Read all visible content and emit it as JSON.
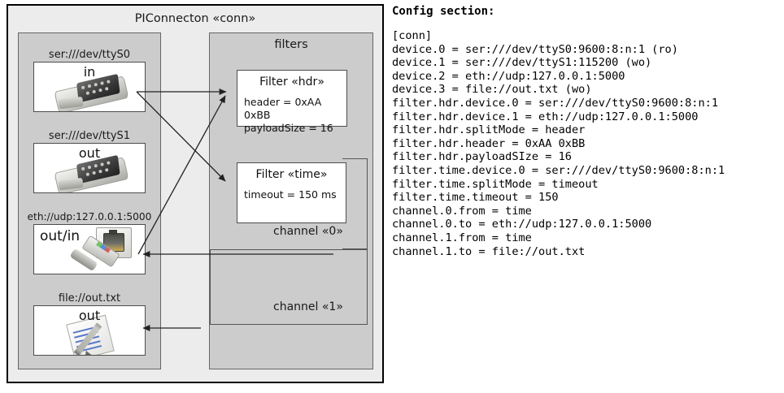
{
  "diagram": {
    "title": "PIConnecton «conn»",
    "devices_panel": {
      "title": "",
      "devices": [
        {
          "label": "ser:///dev/ttyS0",
          "direction": "in",
          "icon": "serial-port-icon"
        },
        {
          "label": "ser:///dev/ttyS1",
          "direction": "out",
          "icon": "serial-port-icon"
        },
        {
          "label": "eth://udp:127.0.0.1:5000",
          "direction": "out/in",
          "icon": "ethernet-jack-icon"
        },
        {
          "label": "file://out.txt",
          "direction": "out",
          "icon": "text-file-icon"
        }
      ]
    },
    "filters_panel": {
      "title": "filters",
      "filters": [
        {
          "title": "Filter «hdr»",
          "props": [
            "header = 0xAA 0xBB",
            "payloadSize = 16"
          ]
        },
        {
          "title": "Filter «time»",
          "props": [
            "timeout = 150 ms"
          ]
        }
      ],
      "channels": [
        {
          "label": "channel «0»"
        },
        {
          "label": "channel «1»"
        }
      ]
    }
  },
  "config": {
    "heading": "Config section:",
    "listing": "[conn]\ndevice.0 = ser:///dev/ttyS0:9600:8:n:1 (ro)\ndevice.1 = ser:///dev/ttyS1:115200 (wo)\ndevice.2 = eth://udp:127.0.0.1:5000\ndevice.3 = file://out.txt (wo)\nfilter.hdr.device.0 = ser:///dev/ttyS0:9600:8:n:1\nfilter.hdr.device.1 = eth://udp:127.0.0.1:5000\nfilter.hdr.splitMode = header\nfilter.hdr.header = 0xAA 0xBB\nfilter.hdr.payloadSIze = 16\nfilter.time.device.0 = ser:///dev/ttyS0:9600:8:n:1\nfilter.time.splitMode = timeout\nfilter.time.timeout = 150\nchannel.0.from = time\nchannel.0.to = eth://udp:127.0.0.1:5000\nchannel.1.from = time\nchannel.1.to = file://out.txt"
  },
  "colors": {
    "frame_bg": "#ececec",
    "panel_bg": "#cccccc",
    "box_bg": "#ffffff",
    "stroke": "#333333"
  }
}
